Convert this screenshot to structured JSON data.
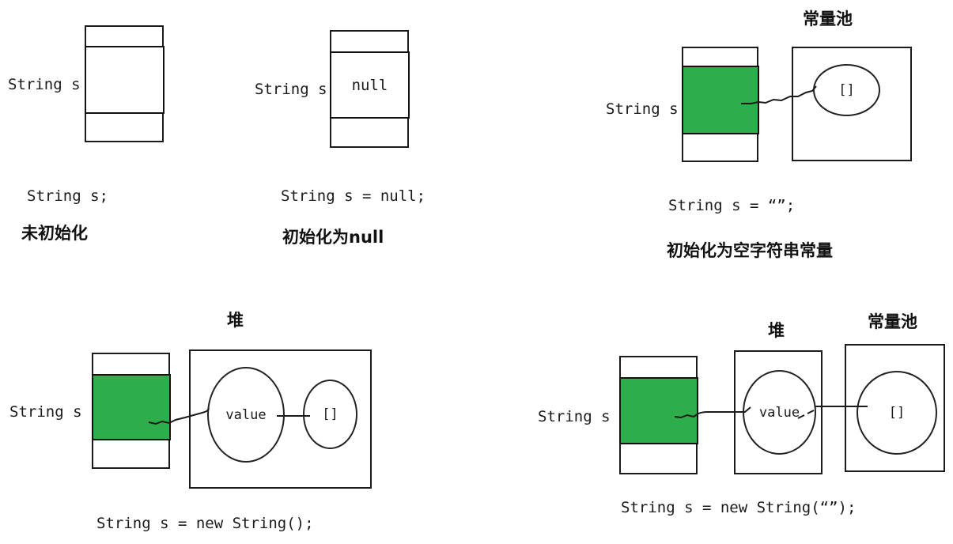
{
  "colors": {
    "highlight_green": "#2ead4b",
    "line_black": "#1b1b1b"
  },
  "diagrams": [
    {
      "id": "declared-only",
      "variable_label": "String s",
      "code": "String s;",
      "description": "未初始化"
    },
    {
      "id": "init-null",
      "variable_label": "String s",
      "slot_value": "null",
      "code": "String s = null;",
      "description": "初始化为null"
    },
    {
      "id": "init-empty-literal",
      "variable_label": "String s",
      "pool_title": "常量池",
      "pool_node": "[]",
      "code": "String s = “”;",
      "description": "初始化为空字符串常量"
    },
    {
      "id": "new-string",
      "variable_label": "String s",
      "heap_title": "堆",
      "heap_node": "value",
      "array_node": "[]",
      "code": "String s = new String();"
    },
    {
      "id": "new-string-empty",
      "variable_label": "String s",
      "heap_title": "堆",
      "heap_node": "value",
      "pool_title": "常量池",
      "pool_node": "[]",
      "code": "String s = new String(“”);"
    }
  ]
}
